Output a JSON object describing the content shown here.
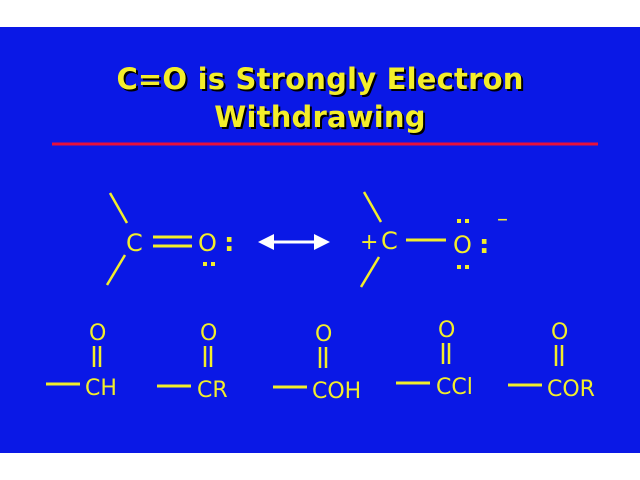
{
  "slide": {
    "title_line_1": "C=O is Strongly Electron",
    "title_line_2": "Withdrawing",
    "colors": {
      "background": "#0a18e6",
      "text": "#f3ee2a",
      "rule": "#e8103a",
      "arrow": "#ffffff"
    }
  },
  "resonance": {
    "left": {
      "carbon": "C",
      "oxygen": "O",
      "lone_pair_dots": ":"
    },
    "right": {
      "charge_plus": "+",
      "carbon": "C",
      "oxygen": "O",
      "lone_pair_dots": ":",
      "charge_minus": "–"
    }
  },
  "groups": [
    {
      "oxygen": "O",
      "label": "CH"
    },
    {
      "oxygen": "O",
      "label": "CR"
    },
    {
      "oxygen": "O",
      "label": "COH"
    },
    {
      "oxygen": "O",
      "label": "CCl"
    },
    {
      "oxygen": "O",
      "label": "COR"
    }
  ]
}
